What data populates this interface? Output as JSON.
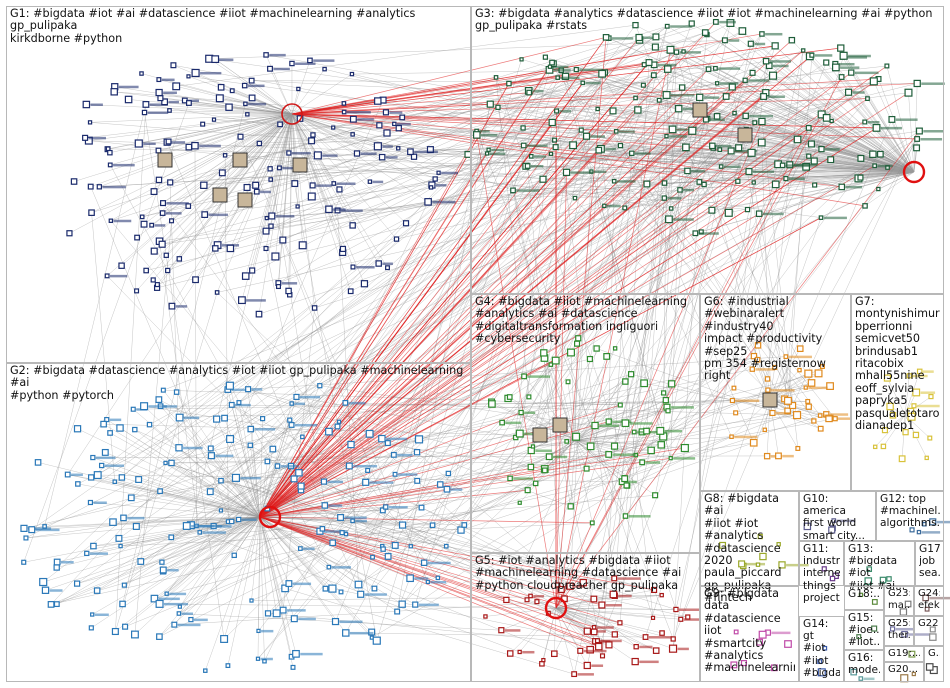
{
  "groups": [
    {
      "id": "G1",
      "label": "G1: #bigdata #iot #ai #datascience #iiot #machinelearning #analytics gp_pulipaka\nkirkdborne #python",
      "color": "#1a2a6c"
    },
    {
      "id": "G3",
      "label": "G3: #bigdata #analytics #datascience #iiot #iot #machinelearning #ai #python\ngp_pulipaka #rstats",
      "color": "#1f5e3a"
    },
    {
      "id": "G4",
      "label": "G4: #bigdata #iiot #machinelearning\n#analytics #ai #datascience\n#digitaltransformation ingliguori\n#cybersecurity",
      "color": "#2e8b2e"
    },
    {
      "id": "G6",
      "label": "G6: #industrial\n#webinaralert #industry40\nimpact #productivity #sep25\npm 354 #registernow right",
      "color": "#e08a1e"
    },
    {
      "id": "G7",
      "label": "G7:\nmontynishimura\nbperrionni\nsemicvet50\nbrindusab1\nritacobix\nmhall55nine\neoff_sylvia\npapryka5\npasqualetotaro\ndianadep1",
      "color": "#d8c23a"
    },
    {
      "id": "G2",
      "label": "G2: #bigdata #datascience #analytics #iot #iiot gp_pulipaka #machinelearning #ai\n#python #pytorch",
      "color": "#2a78b8"
    },
    {
      "id": "G8",
      "label": "G8: #bigdata #ai\n#iiot #iot\n#analytics\n#datascience\n2020\npaula_piccard\ngp_pulipaka\n#fintech",
      "color": "#9aa82a"
    },
    {
      "id": "G10",
      "label": "G10: america\nfirst world\nsmart city...",
      "color": "#5a5a8a"
    },
    {
      "id": "G12",
      "label": "G12: top\n#machinel...\nalgorithms...",
      "color": "#3a6a9a"
    },
    {
      "id": "G11",
      "label": "G11:\nindustr...\ninternet\nthings\nproject...",
      "color": "#6a3a8a"
    },
    {
      "id": "G13",
      "label": "G13:\n#bigdata #iot\n#iiot #ai...",
      "color": "#3a8a6a"
    },
    {
      "id": "G17",
      "label": "G17: job\nsea...",
      "color": "#8a6a3a"
    },
    {
      "id": "G18",
      "label": "G18:...",
      "color": "#5a8a3a"
    },
    {
      "id": "G23",
      "label": "G23:\nma...",
      "color": "#7a7a7a"
    },
    {
      "id": "G24",
      "label": "G24:\nefek...",
      "color": "#7a5a5a"
    },
    {
      "id": "G5",
      "label": "G5: #iot #analytics #bigdata #iiot\n#machinelearning #datascience #ai\n#python cloudpreacher gp_pulipaka",
      "color": "#a81818"
    },
    {
      "id": "G9",
      "label": "G9: #bigdata data\n#datascience iiot\n#smartcity\n#analytics\n#machinelearnin...",
      "color": "#c04aa8"
    },
    {
      "id": "G14",
      "label": "G14: gt\n#iot\n#iiot\n#bigda...",
      "color": "#3a5aa8"
    },
    {
      "id": "G15",
      "label": "G15:\n#ioe...\n#iiot...",
      "color": "#4a7a4a"
    },
    {
      "id": "G25",
      "label": "G25:\nther...",
      "color": "#6a6a9a"
    },
    {
      "id": "G22",
      "label": "G22",
      "color": "#8a8a8a"
    },
    {
      "id": "G16",
      "label": "G16:\nmode...",
      "color": "#5a9a9a"
    },
    {
      "id": "G19",
      "label": "G19:...",
      "color": "#7a9a4a"
    },
    {
      "id": "G20",
      "label": "G20...",
      "color": "#9a7a4a"
    },
    {
      "id": "G21",
      "label": "G...",
      "color": "#4a4a4a"
    }
  ]
}
